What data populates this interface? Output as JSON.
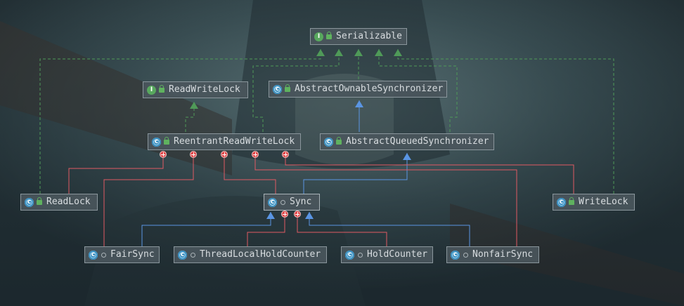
{
  "diagram": {
    "nodes": [
      {
        "id": "serializable",
        "label": "Serializable",
        "kind": "interface",
        "visibility": "public"
      },
      {
        "id": "readwritelock",
        "label": "ReadWriteLock",
        "kind": "interface",
        "visibility": "public"
      },
      {
        "id": "aos",
        "label": "AbstractOwnableSynchronizer",
        "kind": "abstract",
        "visibility": "public"
      },
      {
        "id": "rrwl",
        "label": "ReentrantReadWriteLock",
        "kind": "class",
        "visibility": "public"
      },
      {
        "id": "aqs",
        "label": "AbstractQueuedSynchronizer",
        "kind": "abstract",
        "visibility": "public"
      },
      {
        "id": "readlock",
        "label": "ReadLock",
        "kind": "class",
        "visibility": "public"
      },
      {
        "id": "sync",
        "label": "Sync",
        "kind": "abstract",
        "visibility": "package"
      },
      {
        "id": "writelock",
        "label": "WriteLock",
        "kind": "class",
        "visibility": "public"
      },
      {
        "id": "fairsync",
        "label": "FairSync",
        "kind": "class",
        "visibility": "package"
      },
      {
        "id": "tlhc",
        "label": "ThreadLocalHoldCounter",
        "kind": "class",
        "visibility": "package"
      },
      {
        "id": "holdcounter",
        "label": "HoldCounter",
        "kind": "class",
        "visibility": "package"
      },
      {
        "id": "nonfairsync",
        "label": "NonfairSync",
        "kind": "class",
        "visibility": "package"
      }
    ],
    "relations": [
      {
        "from": "readlock",
        "to": "serializable",
        "type": "implements"
      },
      {
        "from": "rrwl",
        "to": "serializable",
        "type": "implements"
      },
      {
        "from": "aos",
        "to": "serializable",
        "type": "implements"
      },
      {
        "from": "aqs",
        "to": "serializable",
        "type": "implements"
      },
      {
        "from": "writelock",
        "to": "serializable",
        "type": "implements"
      },
      {
        "from": "rrwl",
        "to": "readwritelock",
        "type": "implements"
      },
      {
        "from": "aqs",
        "to": "aos",
        "type": "extends"
      },
      {
        "from": "sync",
        "to": "aqs",
        "type": "extends"
      },
      {
        "from": "fairsync",
        "to": "sync",
        "type": "extends"
      },
      {
        "from": "nonfairsync",
        "to": "sync",
        "type": "extends"
      },
      {
        "from": "readlock",
        "to": "rrwl",
        "type": "inner"
      },
      {
        "from": "fairsync",
        "to": "rrwl",
        "type": "inner"
      },
      {
        "from": "sync",
        "to": "rrwl",
        "type": "inner"
      },
      {
        "from": "nonfairsync",
        "to": "rrwl",
        "type": "inner"
      },
      {
        "from": "writelock",
        "to": "rrwl",
        "type": "inner"
      },
      {
        "from": "tlhc",
        "to": "sync",
        "type": "inner"
      },
      {
        "from": "holdcounter",
        "to": "sync",
        "type": "inner"
      }
    ],
    "colors": {
      "implements": "#4f9a58",
      "extends": "#5a95e3",
      "inner": "#e05a63",
      "node_bg": "#4a565c",
      "node_text": "#d8dde0"
    }
  }
}
